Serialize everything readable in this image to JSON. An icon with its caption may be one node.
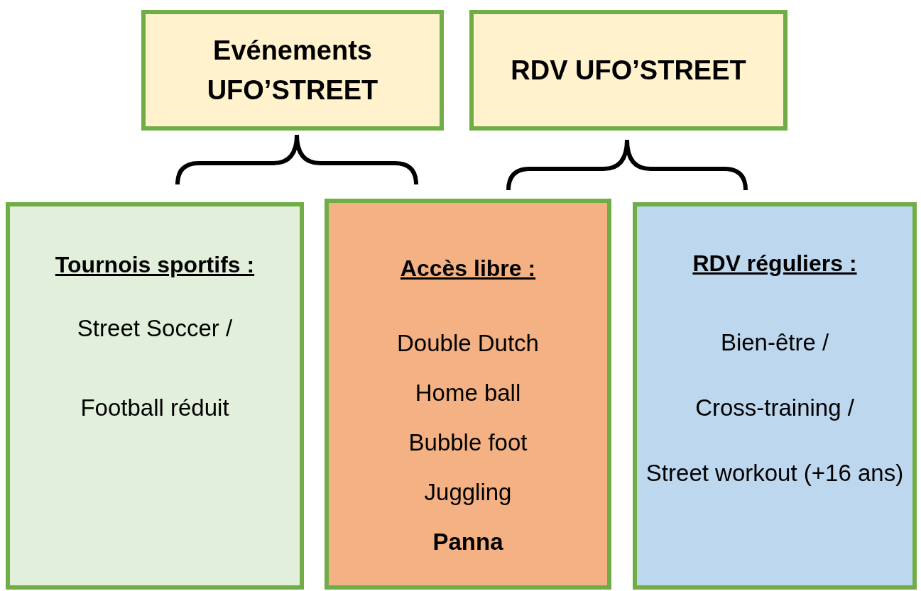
{
  "diagram": {
    "nodes": [
      {
        "text": [
          "Evénements UFO’STREET"
        ]
      },
      {
        "text": [
          "RDV UFO’STREET"
        ]
      },
      {
        "text": [
          "Tournois sportifs :",
          "Street Soccer /",
          "Football réduit"
        ]
      },
      {
        "text": [
          "Accès libre :",
          "Double Dutch",
          "Home ball",
          "Bubble foot",
          "Juggling",
          "**Panna**"
        ]
      },
      {
        "text": [
          "RDV réguliers :",
          "Bien-être /",
          "Cross-training /",
          "Street workout (+16 ans)"
        ]
      }
    ],
    "edges": []
  }
}
